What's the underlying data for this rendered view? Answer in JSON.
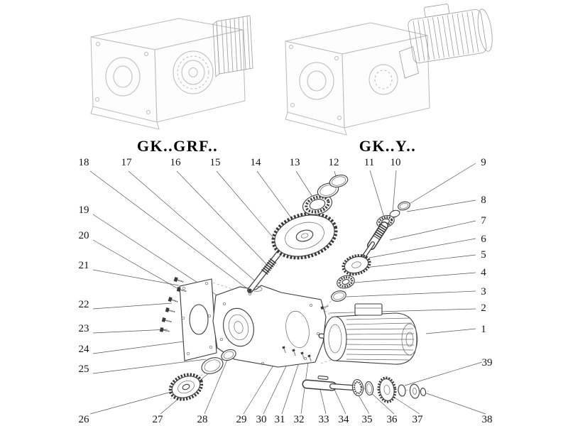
{
  "figure": {
    "type": "exploded-parts-diagram",
    "subject": "helical-bevel gear reducer assembly",
    "background": "#ffffff",
    "line_color": "#3a3a3a",
    "variants": [
      {
        "id": "grf",
        "label": "GK..GRF.."
      },
      {
        "id": "y",
        "label": "GK..Y.."
      }
    ],
    "callouts": [
      "1",
      "2",
      "3",
      "4",
      "5",
      "6",
      "7",
      "8",
      "9",
      "10",
      "11",
      "12",
      "13",
      "14",
      "15",
      "16",
      "17",
      "18",
      "19",
      "20",
      "21",
      "22",
      "23",
      "24",
      "25",
      "26",
      "27",
      "28",
      "29",
      "30",
      "31",
      "32",
      "33",
      "34",
      "35",
      "36",
      "37",
      "38",
      "39"
    ]
  }
}
